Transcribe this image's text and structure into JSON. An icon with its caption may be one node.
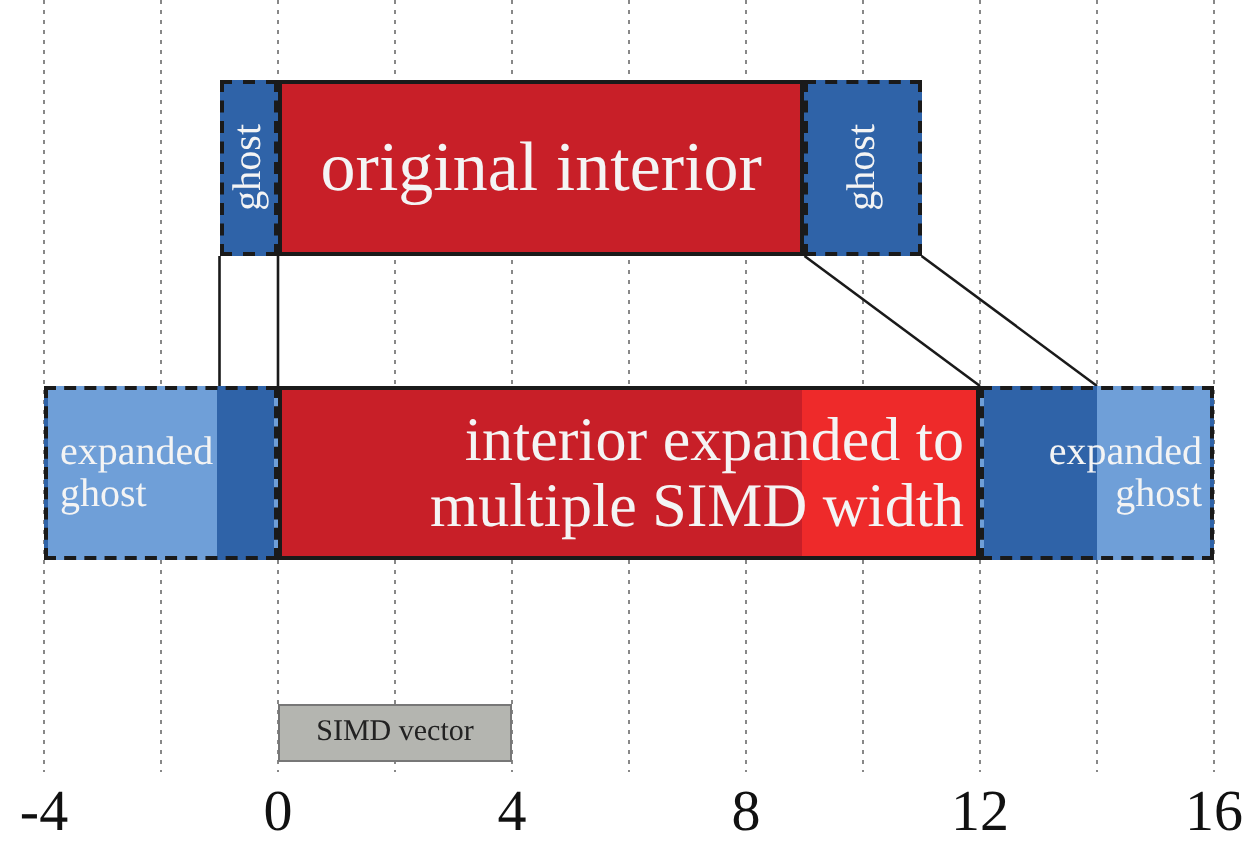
{
  "diagram": {
    "nodes": [
      {
        "text": [
          "ghost"
        ]
      },
      {
        "text": [
          "original interior"
        ]
      },
      {
        "text": [
          "ghost"
        ]
      },
      {
        "text": [
          "expanded ghost"
        ]
      },
      {
        "text": [
          "interior expanded to multiple SIMD width"
        ]
      },
      {
        "text": [
          "expanded ghost"
        ]
      },
      {
        "text": [
          "SIMD vector"
        ]
      }
    ],
    "edges": [
      {
        "from": 0,
        "to": 3,
        "arrow": "none"
      },
      {
        "from": 1,
        "to": 4,
        "arrow": "none"
      },
      {
        "from": 1,
        "to": 4,
        "arrow": "none"
      },
      {
        "from": 2,
        "to": 5,
        "arrow": "none"
      }
    ],
    "labels": [
      "-4",
      "0",
      "4",
      "8",
      "12",
      "16"
    ]
  }
}
